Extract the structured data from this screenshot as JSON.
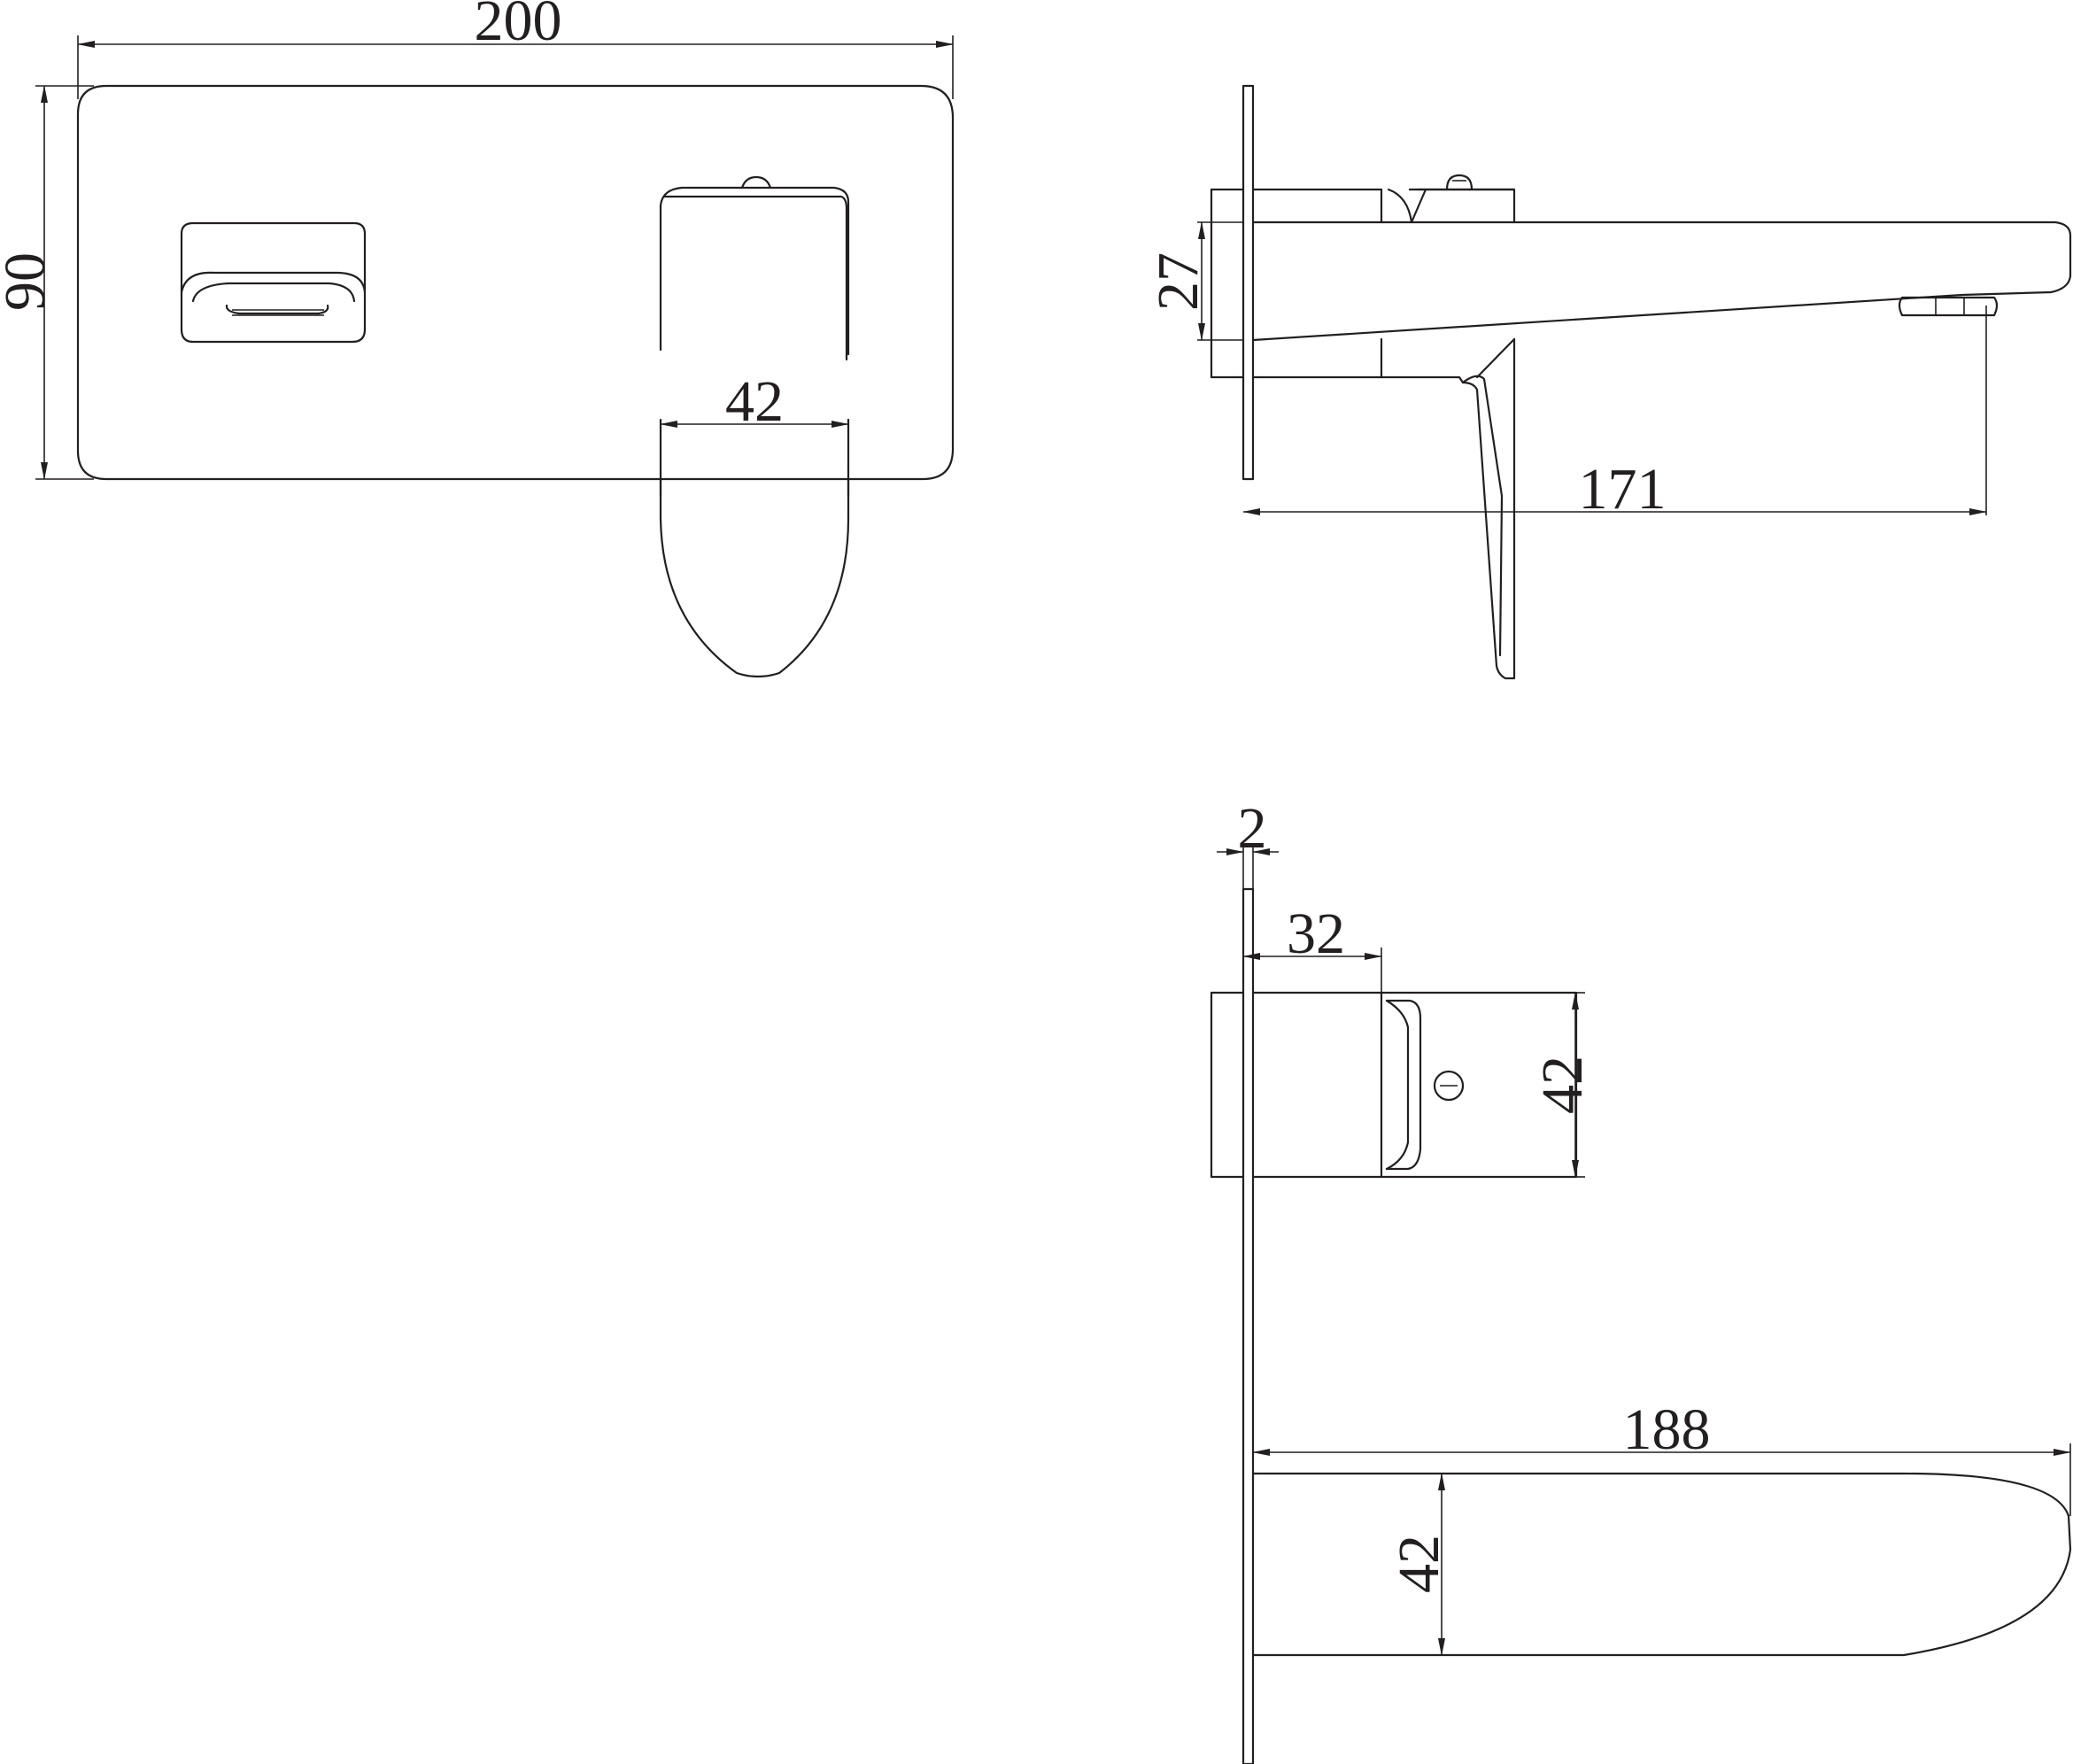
{
  "dimensions": {
    "plate_width": "200",
    "plate_height": "90",
    "lever_width_front": "42",
    "spout_height_side": "27",
    "spout_reach_side": "171",
    "plate_thickness": "2",
    "body_depth": "32",
    "body_height_top": "42",
    "spout_length_top": "188",
    "spout_width_top": "42"
  }
}
